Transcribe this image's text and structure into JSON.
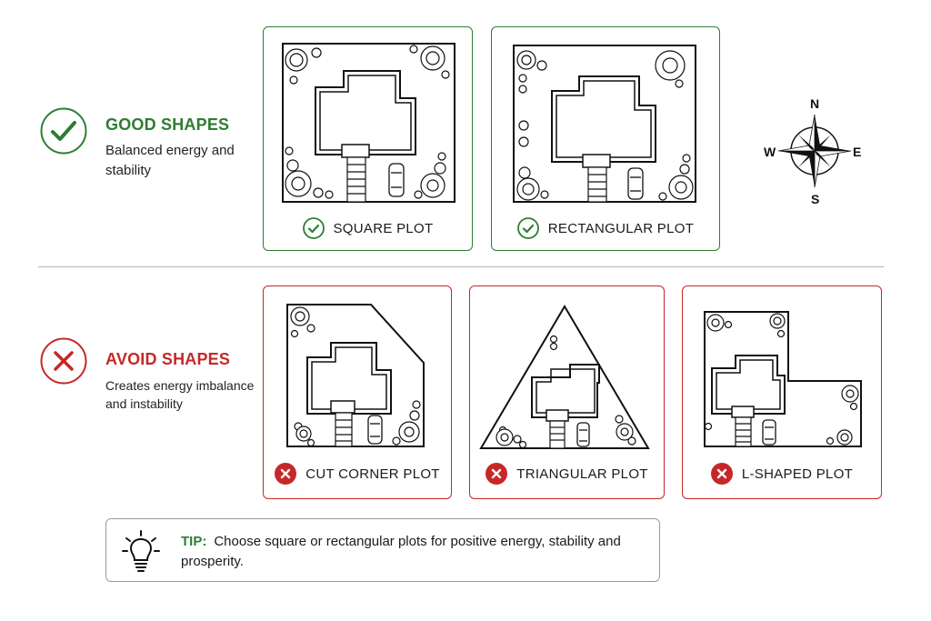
{
  "good_section": {
    "title": "GOOD SHAPES",
    "description": "Balanced energy and stability",
    "color": "#2e7d32"
  },
  "avoid_section": {
    "title": "AVOID SHAPES",
    "description": "Creates energy imbalance and instability",
    "color": "#c62828"
  },
  "plots": {
    "square": {
      "label": "SQUARE PLOT",
      "status": "good"
    },
    "rectangular": {
      "label": "RECTANGULAR PLOT",
      "status": "good"
    },
    "cut_corner": {
      "label": "CUT CORNER PLOT",
      "status": "avoid"
    },
    "triangular": {
      "label": "TRIANGULAR PLOT",
      "status": "avoid"
    },
    "l_shaped": {
      "label": "L-SHAPED PLOT",
      "status": "avoid"
    }
  },
  "compass": {
    "north": "N",
    "south": "S",
    "east": "E",
    "west": "W"
  },
  "tip": {
    "label": "TIP:",
    "text": "Choose square or rectangular plots for positive energy, stability and prosperity."
  },
  "icons": {
    "good": "check-circle-icon",
    "avoid": "x-circle-icon",
    "tip": "lightbulb-icon",
    "compass": "compass-rose-icon"
  }
}
